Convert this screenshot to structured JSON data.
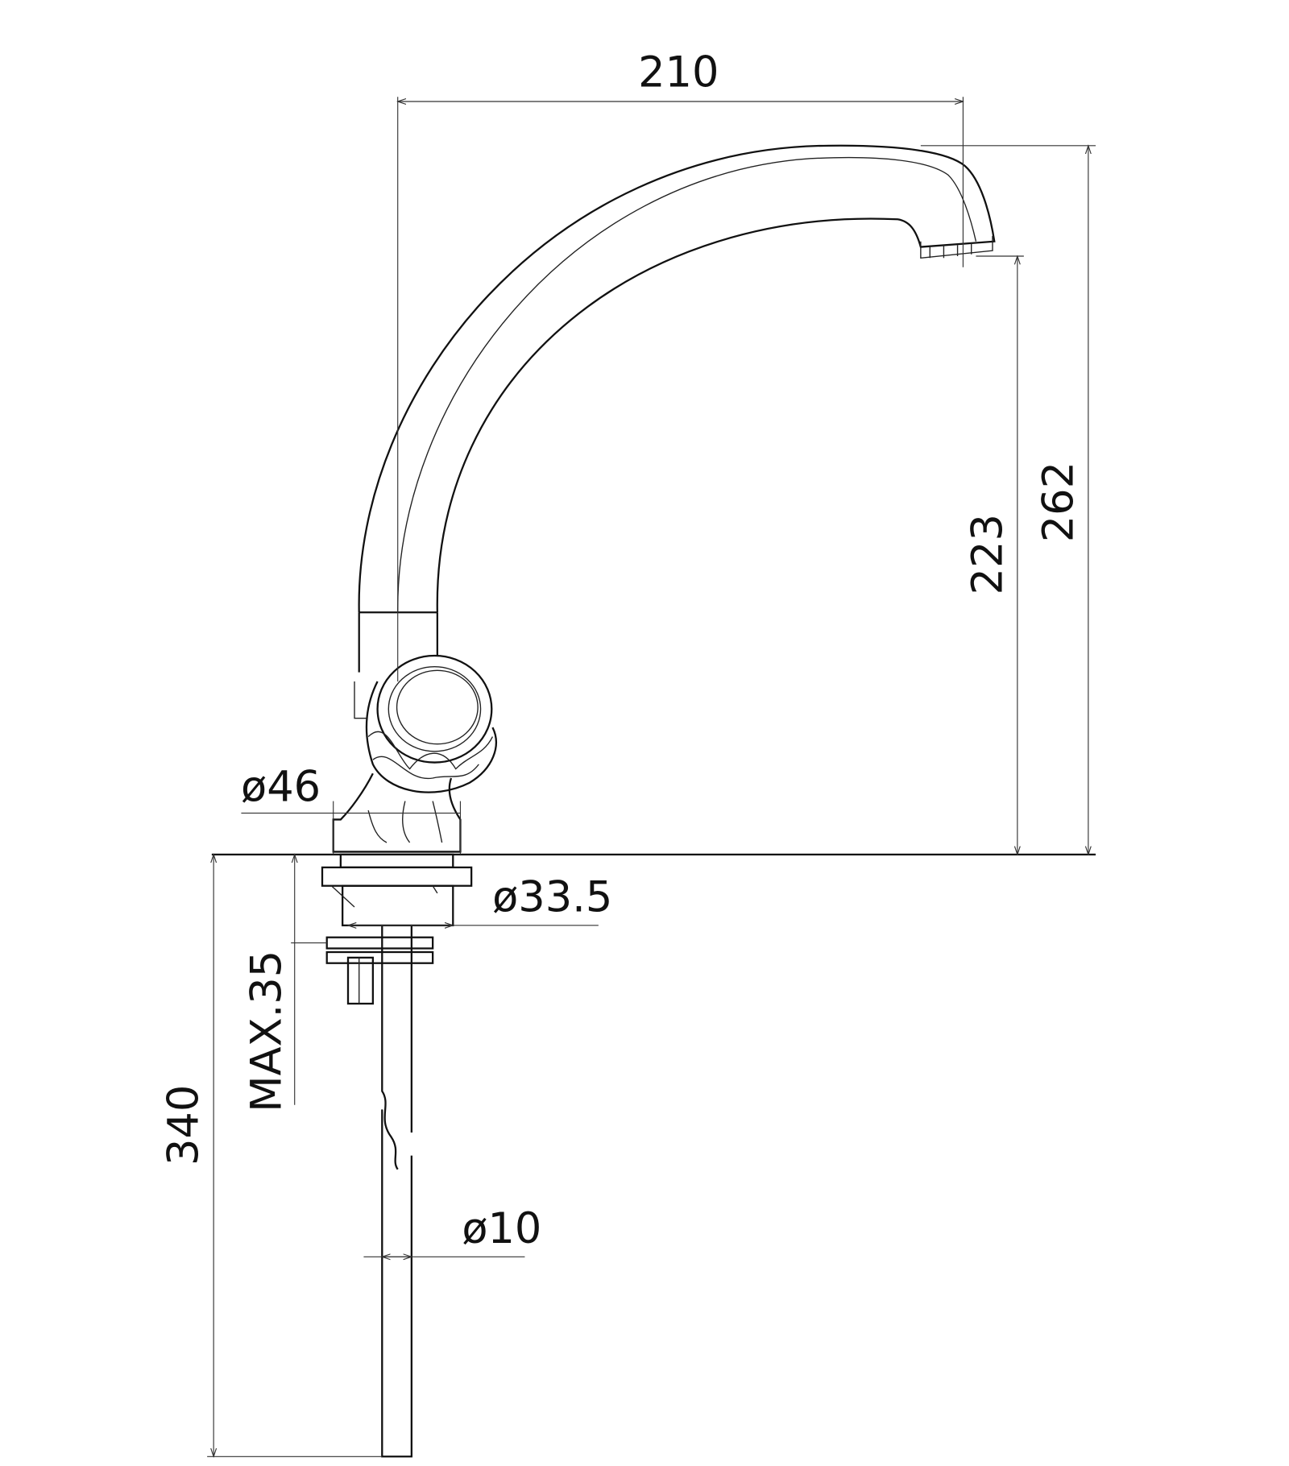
{
  "drawing": {
    "dimensions": {
      "spout_reach": "210",
      "total_height": "262",
      "outlet_height": "223",
      "base_diameter": "ø46",
      "shank_diameter": "ø33.5",
      "max_counter_thickness": "MAX.35",
      "supply_length": "340",
      "supply_diameter": "ø10"
    }
  }
}
